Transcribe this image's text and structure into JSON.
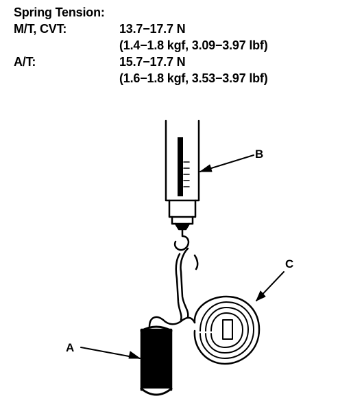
{
  "spec": {
    "heading": "Spring Tension:",
    "rows": [
      {
        "label": "M/T, CVT:",
        "value": "13.7−17.7 N"
      },
      {
        "label": "",
        "value": "(1.4−1.8 kgf, 3.09−3.97 lbf)"
      },
      {
        "label": "A/T:",
        "value": "15.7−17.7 N"
      },
      {
        "label": "",
        "value": "(1.6−1.8 kgf, 3.53−3.97 lbf)"
      }
    ]
  },
  "callouts": {
    "a": "A",
    "b": "B",
    "c": "C"
  },
  "colors": {
    "ink": "#000000",
    "paper": "#ffffff"
  }
}
